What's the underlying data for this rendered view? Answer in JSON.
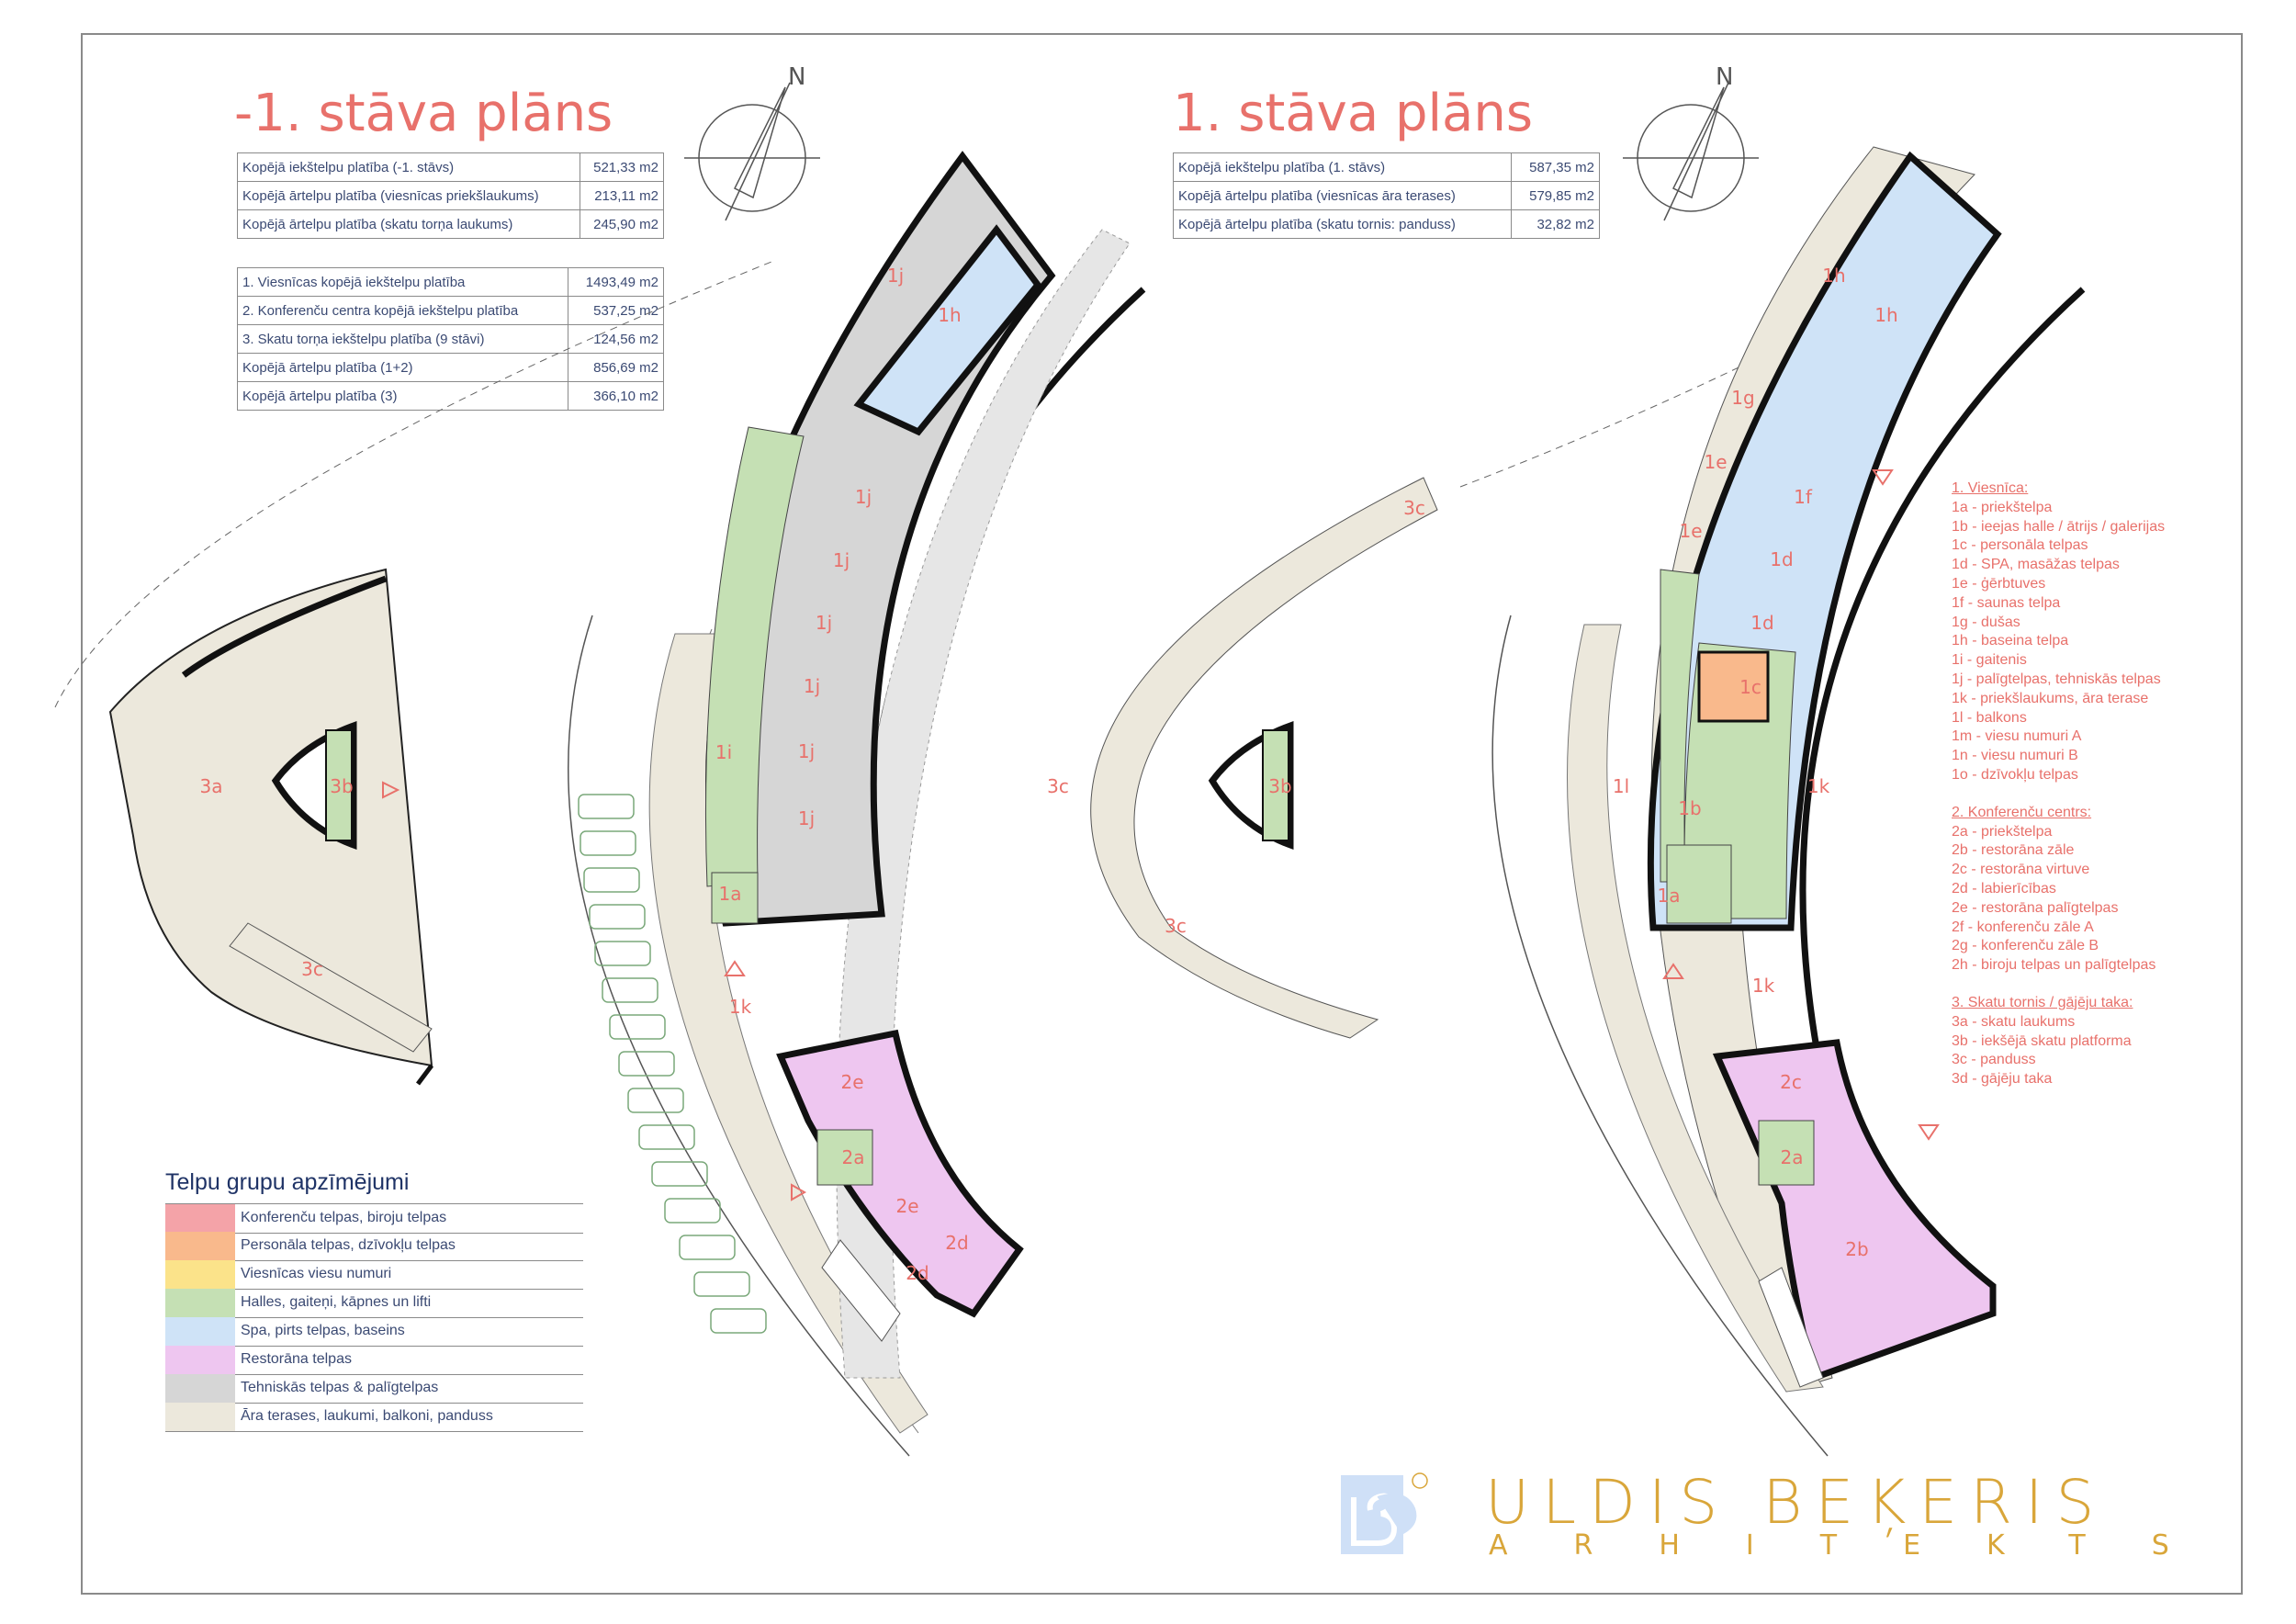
{
  "plan_minus1": {
    "title": "-1. stāva plāns",
    "areas": [
      {
        "label": "Kopējā iekštelpu platība (-1. stāvs)",
        "value": "521,33 m2"
      },
      {
        "label": "Kopējā ārtelpu platība (viesnīcas priekšlaukums)",
        "value": "213,11 m2"
      },
      {
        "label": "Kopējā ārtelpu platība (skatu torņa laukums)",
        "value": "245,90 m2"
      }
    ],
    "totals": [
      {
        "label": "1. Viesnīcas kopējā iekštelpu platība",
        "value": "1493,49 m2"
      },
      {
        "label": "2. Konferenču centra kopējā iekštelpu platība",
        "value": "537,25 m2"
      },
      {
        "label": "3. Skatu torņa iekštelpu platība (9 stāvi)",
        "value": "124,56 m2"
      },
      {
        "label": "Kopējā ārtelpu platība (1+2)",
        "value": "856,69 m2"
      },
      {
        "label": "Kopējā ārtelpu platība (3)",
        "value": "366,10 m2"
      }
    ]
  },
  "plan_1": {
    "title": "1. stāva plāns",
    "areas": [
      {
        "label": "Kopējā iekštelpu platība (1. stāvs)",
        "value": "587,35 m2"
      },
      {
        "label": "Kopējā ārtelpu platība (viesnīcas āra terases)",
        "value": "579,85 m2"
      },
      {
        "label": "Kopējā ārtelpu platība (skatu tornis: panduss)",
        "value": "32,82 m2"
      }
    ]
  },
  "compass": {
    "label": "N"
  },
  "legend": {
    "title": "Telpu grupu apzīmējumi",
    "items": [
      {
        "label": "Konferenču telpas, biroju telpas",
        "color": "#f4a3a8"
      },
      {
        "label": "Personāla telpas, dzīvokļu telpas",
        "color": "#f9b98c"
      },
      {
        "label": "Viesnīcas viesu numuri",
        "color": "#fbe38a"
      },
      {
        "label": "Halles, gaiteņi, kāpnes un lifti",
        "color": "#c5e0b4"
      },
      {
        "label": "Spa, pirts telpas, baseins",
        "color": "#cfe3f7"
      },
      {
        "label": "Restorāna telpas",
        "color": "#eec6f0"
      },
      {
        "label": "Tehniskās telpas & palīgtelpas",
        "color": "#d6d6d6"
      },
      {
        "label": "Āra terases, laukumi, balkoni, panduss",
        "color": "#ece8dc"
      }
    ]
  },
  "key": {
    "groups": [
      {
        "heading": "1. Viesnīca:",
        "items": [
          "1a - priekštelpa",
          "1b - ieejas halle / ātrijs / galerijas",
          "1c - personāla telpas",
          "1d - SPA, masāžas telpas",
          "1e - ģērbtuves",
          "1f - saunas telpa",
          "1g - dušas",
          "1h - baseina telpa",
          "1i - gaitenis",
          "1j - palīgtelpas,  tehniskās telpas",
          "1k - priekšlaukums, āra terase",
          "1l - balkons",
          "1m - viesu numuri A",
          "1n - viesu numuri B",
          "1o - dzīvokļu telpas"
        ]
      },
      {
        "heading": "2. Konferenču centrs:",
        "items": [
          "2a - priekštelpa",
          "2b - restorāna zāle",
          "2c - restorāna virtuve",
          "2d - labierīcības",
          "2e - restorāna palīgtelpas",
          "2f - konferenču zāle A",
          "2g - konferenču zāle B",
          "2h - biroju telpas un palīgtelpas"
        ]
      },
      {
        "heading": "3. Skatu tornis / gājēju taka:",
        "items": [
          "3a - skatu laukums",
          "3b - iekšējā skatu platforma",
          "3c - panduss",
          "3d - gājēju taka"
        ]
      }
    ]
  },
  "rooms_minus1": [
    "1j",
    "1h",
    "1j",
    "1j",
    "1j",
    "1j",
    "1j",
    "1j",
    "1i",
    "1a",
    "1k",
    "2e",
    "2a",
    "2e",
    "2d",
    "2d",
    "3a",
    "3b",
    "3c"
  ],
  "rooms_1": [
    "1h",
    "1h",
    "1g",
    "1e",
    "1e",
    "1f",
    "1d",
    "1d",
    "1c",
    "1l",
    "1b",
    "1k",
    "1a",
    "1k",
    "2c",
    "2a",
    "2b",
    "3c",
    "3b",
    "3c",
    "3c"
  ],
  "brand": {
    "name": "ULDIS BEĶERIS",
    "subtitle": "ARHITEKTS"
  }
}
